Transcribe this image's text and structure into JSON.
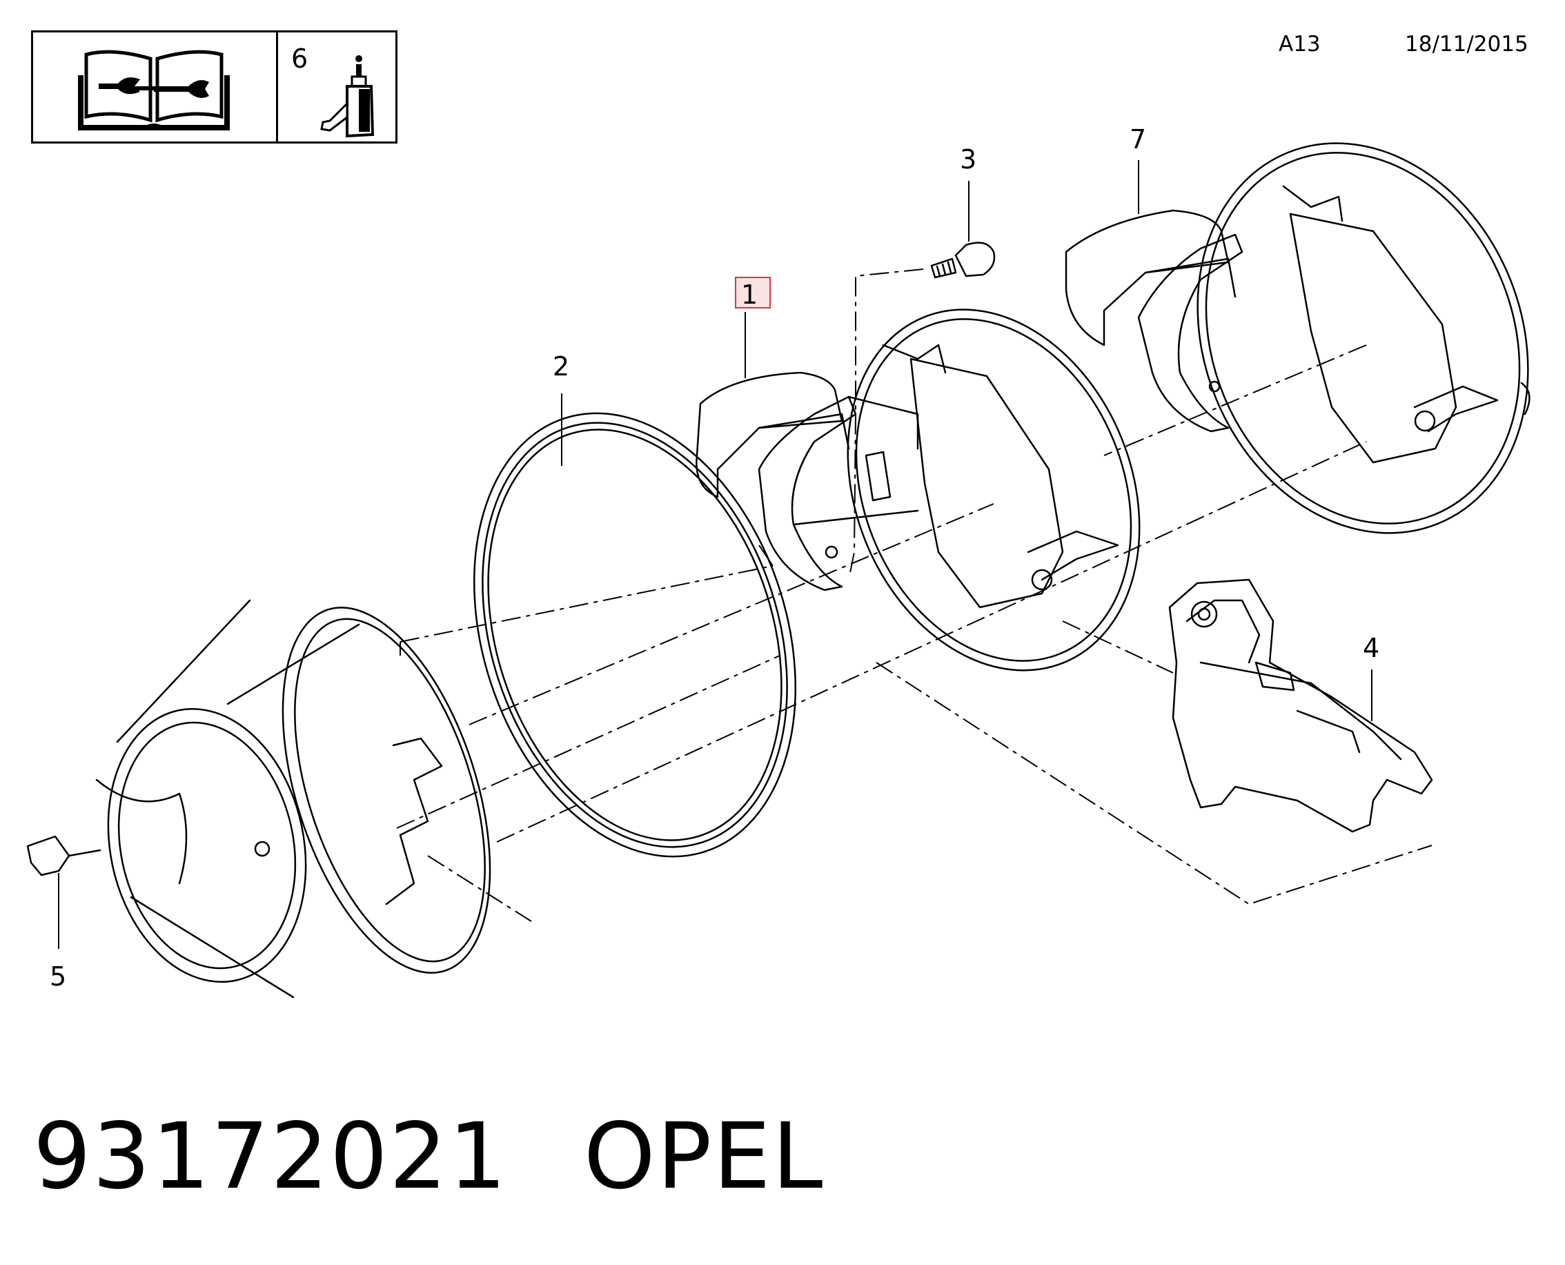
{
  "header": {
    "box_number": "6",
    "code": "A13",
    "date": "18/11/2015"
  },
  "callouts": {
    "c1": "1",
    "c2": "2",
    "c3": "3",
    "c4": "4",
    "c5": "5",
    "c7": "7"
  },
  "footer": {
    "part_number": "93172021",
    "brand": "OPEL"
  },
  "colors": {
    "line": "#000000",
    "gray_line": "#555555",
    "highlight_border": "#d9363e",
    "highlight_fill": "#fbe3e4"
  }
}
